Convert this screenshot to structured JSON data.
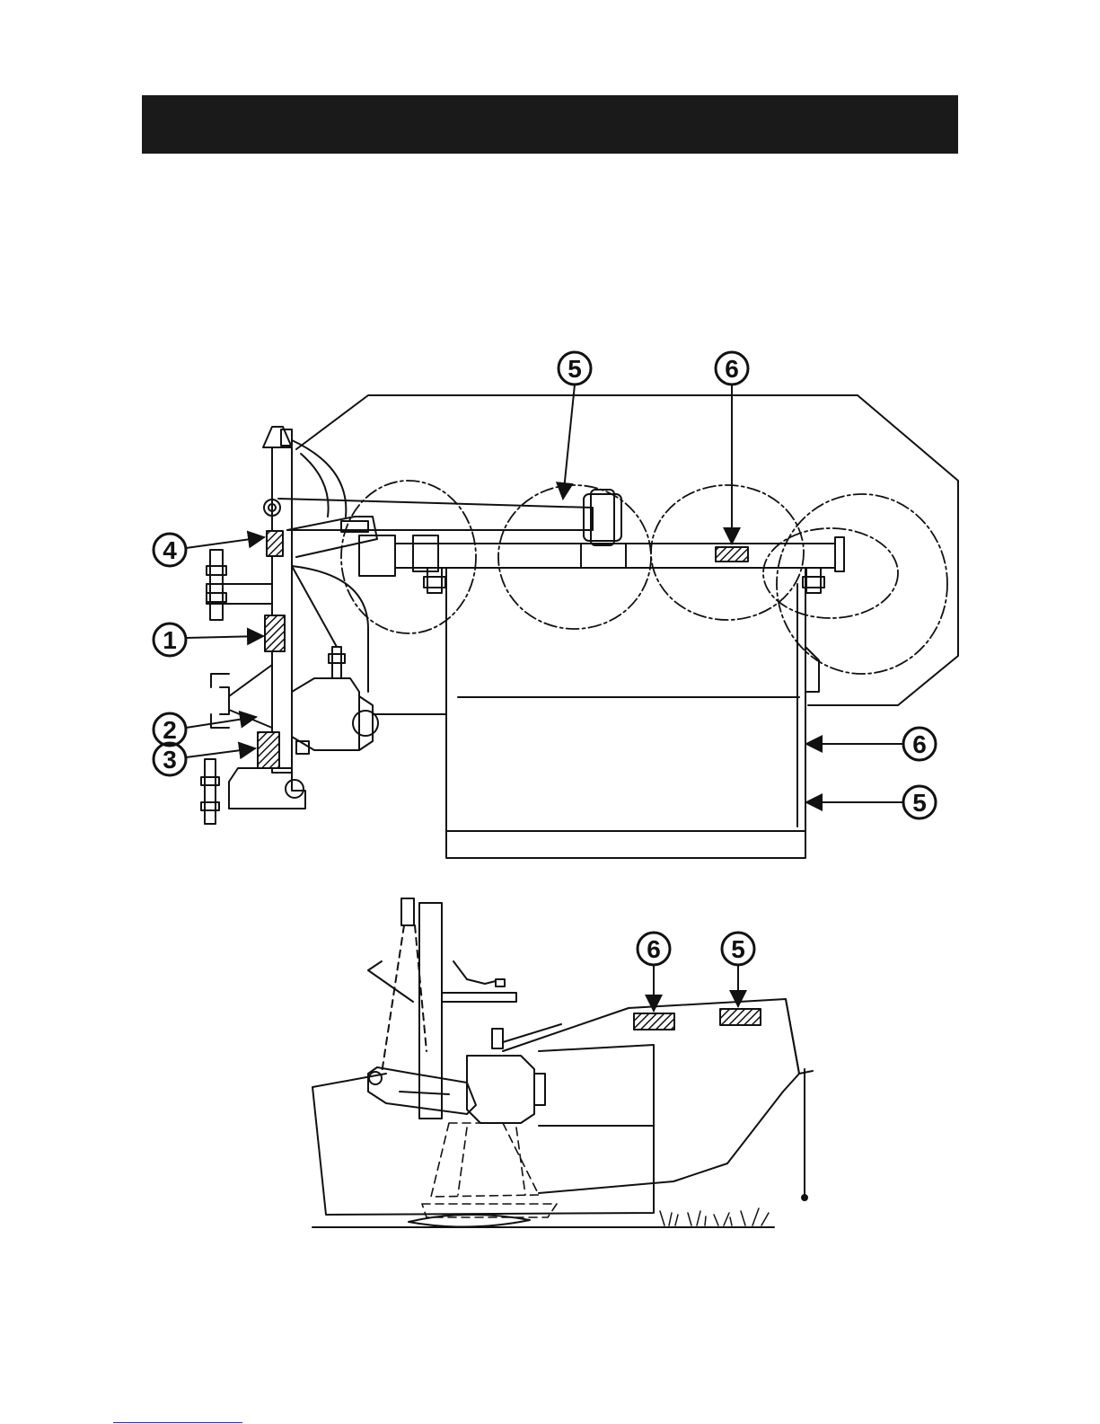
{
  "callouts": {
    "top_view": [
      "5",
      "6",
      "4",
      "1",
      "2",
      "3",
      "6",
      "5"
    ],
    "side_view": [
      "6",
      "5"
    ]
  },
  "colors": {
    "ink": "#111111",
    "header": "#1a1a1a"
  }
}
